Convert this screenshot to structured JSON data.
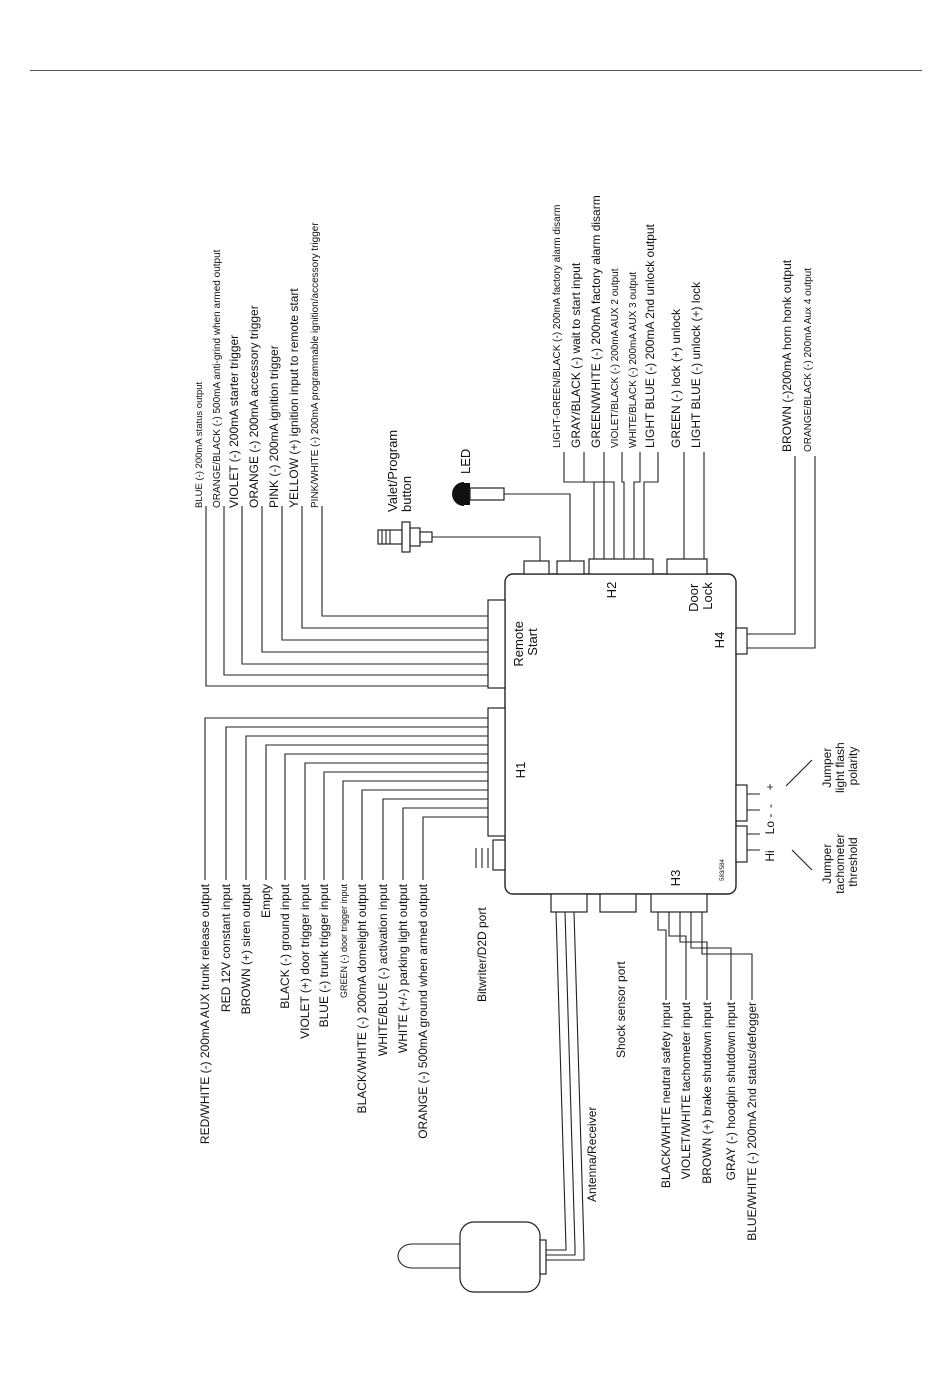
{
  "remote_start_wires": [
    "BLUE (-) 200mA status output",
    "ORANGE/BLACK (-) 500mA anti-grind when armed output",
    "VIOLET (-) 200mA starter trigger",
    "ORANGE (-) 200mA accessory trigger",
    "PINK (-) 200mA ignition trigger",
    "YELLOW (+) ignition input to remote start",
    "PINK/WHITE (-) 200mA programmable ignition/accessory trigger"
  ],
  "h2_wires": [
    "LIGHT-GREEN/BLACK (-) 200mA factory alarm disarm",
    "GRAY/BLACK (-) wait to start input",
    "GREEN/WHITE (-) 200mA factory alarm disarm",
    "VIOLET/BLACK (-) 200mA  AUX 2 output",
    "WHITE/BLACK (-) 200mA AUX 3 output",
    "LIGHT BLUE (-) 200mA 2nd unlock output"
  ],
  "door_lock_wires": [
    "GREEN (-) lock (+) unlock",
    "LIGHT BLUE (-) unlock (+) lock"
  ],
  "h4_wires": [
    "BROWN (-)200mA horn honk output",
    "ORANGE/BLACK (-) 200mA  Aux 4 output"
  ],
  "h1_wires": [
    "RED/WHITE (-) 200mA AUX trunk release output",
    "RED 12V constant input",
    "BROWN   (+) siren output",
    "Empty",
    "BLACK (-) ground input",
    "VIOLET (+) door trigger input",
    "BLUE (-) trunk trigger input",
    "GREEN  (-) door trigger input",
    "BLACK/WHITE (-) 200mA domelight output",
    "WHITE/BLUE (-) activation input",
    "WHITE (+/-) parking light output",
    "ORANGE (-) 500mA ground when armed output"
  ],
  "h3_wires": [
    "BLACK/WHITE neutral safety input",
    "VIOLET/WHITE tachometer input",
    "BROWN (+) brake shutdown input",
    "GRAY (-) hoodpin shutdown input",
    "BLUE/WHITE (-) 200mA 2nd status/defogger"
  ],
  "module": {
    "remote_start": "Remote\nStart",
    "h1": "H1",
    "h2": "H2",
    "h3": "H3",
    "h4": "H4",
    "door_lock": "Door\nLock",
    "part_no": "583/584"
  },
  "components": {
    "valet": "Valet/Program\nbutton",
    "led": "LED",
    "bitwriter": "Bitwriter/D2D port",
    "shock": "Shock sensor port",
    "antenna": "Antenna/Receiver",
    "jumper_tach": "Jumper\ntachometer\nthreshold",
    "jumper_light": "Jumper\nlight flash\npolarity",
    "hi": "Hi",
    "lo": "Lo -",
    "plus": "+",
    "minus": "-"
  }
}
